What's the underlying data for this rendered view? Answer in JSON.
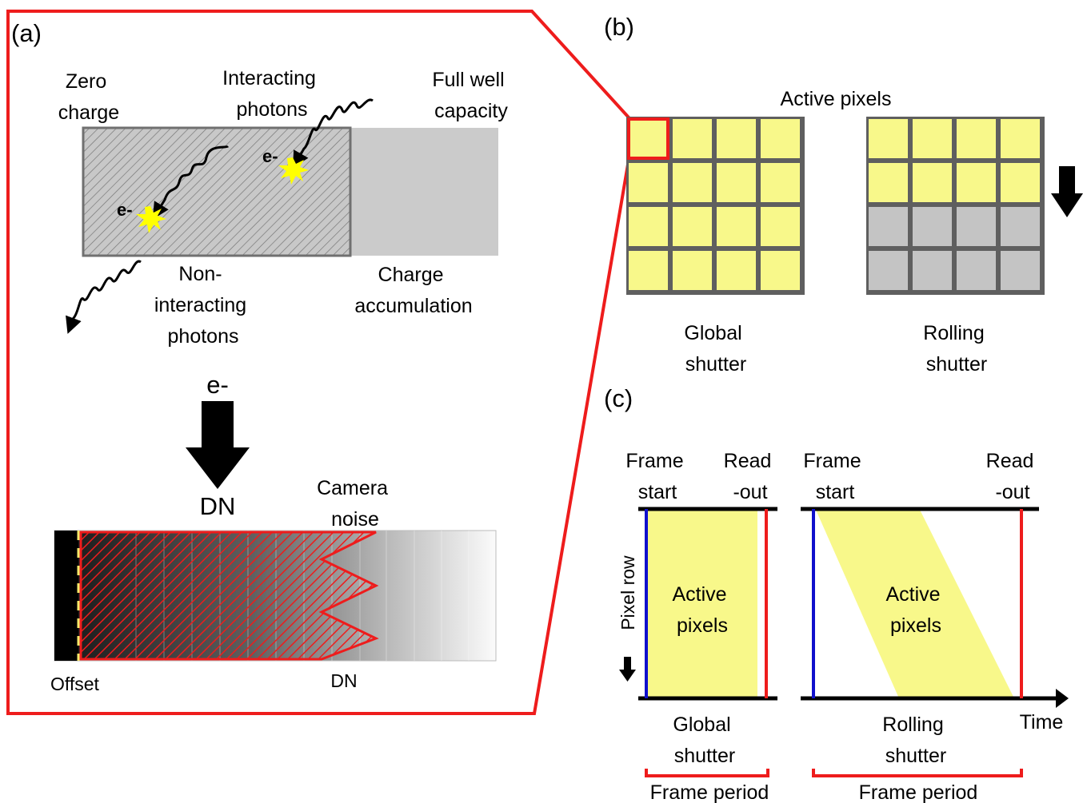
{
  "panel_a": {
    "label": "(a)",
    "zero_charge": [
      "Zero",
      "charge"
    ],
    "interacting_photons": [
      "Interacting",
      "photons"
    ],
    "full_well": [
      "Full well",
      "capacity"
    ],
    "electron_label": "e-",
    "non_interacting": [
      "Non-",
      "interacting",
      "photons"
    ],
    "charge_accumulation": [
      "Charge",
      "accumulation"
    ],
    "conversion_top": "e-",
    "conversion_bottom": "DN",
    "camera_noise": [
      "Camera",
      "noise"
    ],
    "offset": "Offset",
    "dn_axis": "DN"
  },
  "panel_b": {
    "label": "(b)",
    "active_pixels": "Active pixels",
    "global_shutter": [
      "Global",
      "shutter"
    ],
    "rolling_shutter": [
      "Rolling",
      "shutter"
    ],
    "global_grid": [
      "active",
      "active",
      "active",
      "active",
      "active",
      "active",
      "active",
      "active",
      "active",
      "active",
      "active",
      "active",
      "active",
      "active",
      "active",
      "active"
    ],
    "rolling_grid": [
      "active",
      "active",
      "active",
      "active",
      "active",
      "active",
      "active",
      "active",
      "inactive",
      "inactive",
      "inactive",
      "inactive",
      "inactive",
      "inactive",
      "inactive",
      "inactive"
    ]
  },
  "panel_c": {
    "label": "(c)",
    "frame_start": [
      "Frame",
      "start"
    ],
    "read_out": [
      "Read",
      "-out"
    ],
    "pixel_row": "Pixel row",
    "active_pixels": [
      "Active",
      "pixels"
    ],
    "global_shutter": [
      "Global",
      "shutter"
    ],
    "rolling_shutter": [
      "Rolling",
      "shutter"
    ],
    "time": "Time",
    "frame_period": "Frame period"
  },
  "colors": {
    "highlight_red": "#ee1c1c",
    "active_yellow": "#f8f88a",
    "inactive_gray": "#c4c4c4",
    "frame_start_blue": "#1010cc",
    "grid_border": "#5f5f5f"
  }
}
